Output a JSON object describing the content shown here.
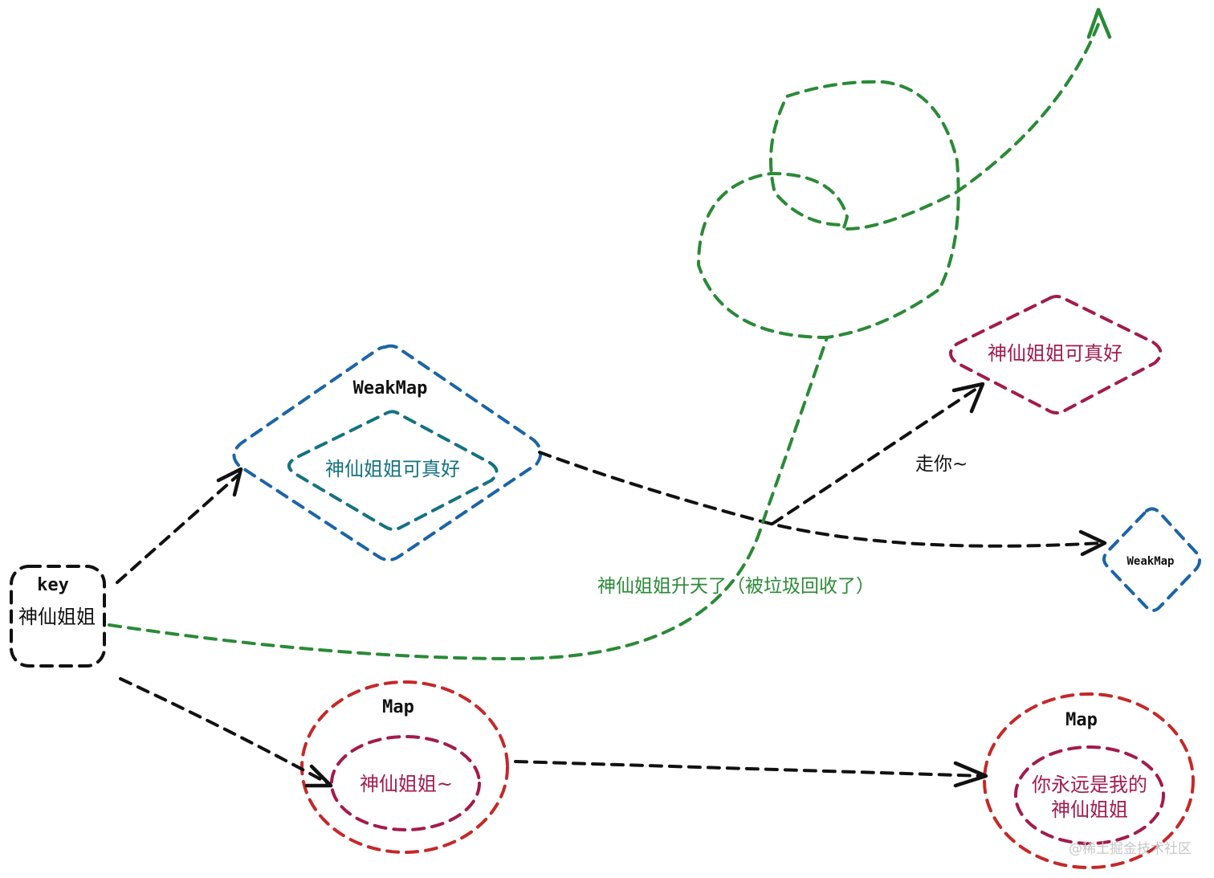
{
  "colors": {
    "black": "#111111",
    "blue": "#1c64a8",
    "teal": "#157282",
    "green": "#2a8a36",
    "red": "#c62828",
    "magenta": "#a31a4e",
    "watermark": "#c8c8c8"
  },
  "nodes": {
    "key_title": "key",
    "key_label": "神仙姐姐",
    "weakmap_title": "WeakMap",
    "weakmap_inner": "神仙姐姐可真好",
    "gone_value": "神仙姐姐可真好",
    "weakmap_small": "WeakMap",
    "map1_title": "Map",
    "map1_inner": "神仙姐姐~",
    "map2_title": "Map",
    "map2_inner_line1": "你永远是我的",
    "map2_inner_line2": "神仙姐姐"
  },
  "annotations": {
    "gc_text": "神仙姐姐升天了（被垃圾回收了）",
    "leave_text": "走你~"
  },
  "watermark": "@稀土掘金技术社区"
}
